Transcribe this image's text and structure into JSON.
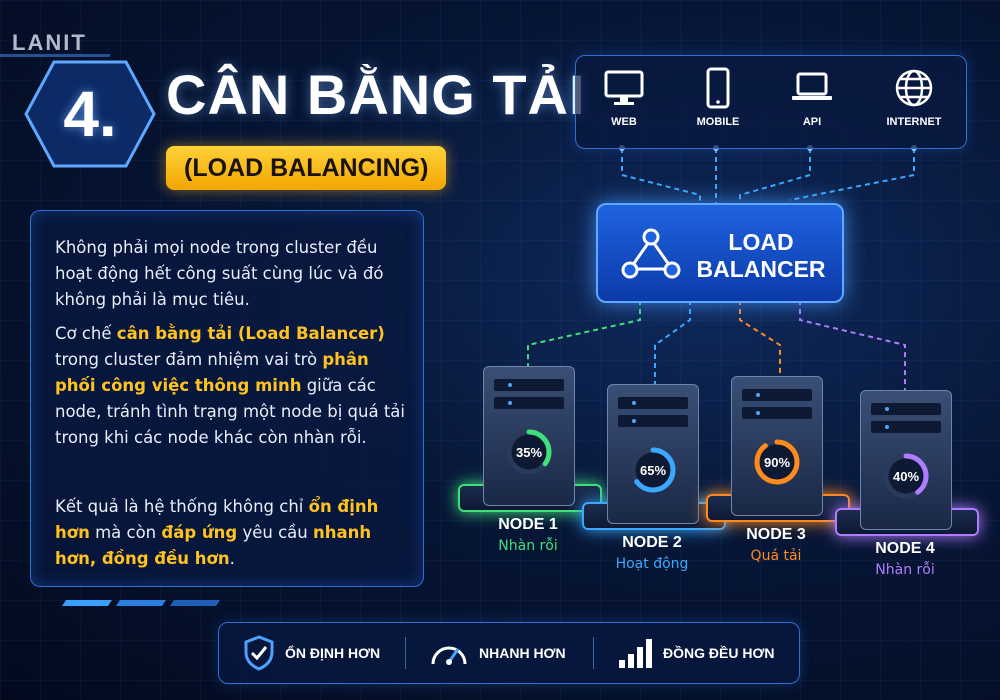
{
  "brand": {
    "logo": "LANIT"
  },
  "title": {
    "number": "4.",
    "text": "CÂN BẰNG TẢI",
    "subtitle": "(LOAD BALANCING)"
  },
  "description": {
    "p1": "Không phải mọi node trong cluster đều hoạt động hết công suất cùng lúc và đó không phải là mục tiêu.",
    "p2_a": "Cơ chế ",
    "p2_hl1": "cân bằng tải (Load Balancer)",
    "p2_b": " trong cluster đảm nhiệm vai trò ",
    "p2_hl2": "phân phối công việc thông minh",
    "p2_c": " giữa các node, tránh tình trạng một node bị quá tải trong khi các node khác còn nhàn rỗi.",
    "p3_a": "Kết quả là hệ thống không chỉ ",
    "p3_hl1": "ổn định hơn",
    "p3_b": " mà còn ",
    "p3_hl2": "đáp ứng",
    "p3_c": " yêu cầu ",
    "p3_hl3": "nhanh hơn, đồng đều hơn",
    "p3_d": "."
  },
  "clients": [
    {
      "label": "WEB",
      "icon": "monitor-icon"
    },
    {
      "label": "MOBILE",
      "icon": "mobile-icon"
    },
    {
      "label": "API",
      "icon": "laptop-icon"
    },
    {
      "label": "INTERNET",
      "icon": "globe-icon"
    }
  ],
  "load_balancer": {
    "label": "LOAD\nBALANCER",
    "icon": "network-icon"
  },
  "nodes": [
    {
      "name": "NODE 1",
      "load_percent": 35,
      "load_label": "35%",
      "status": "Nhàn rỗi",
      "color": "#3fe07a"
    },
    {
      "name": "NODE 2",
      "load_percent": 65,
      "load_label": "65%",
      "status": "Hoạt động",
      "color": "#3aa8ff"
    },
    {
      "name": "NODE 3",
      "load_percent": 90,
      "load_label": "90%",
      "status": "Quá tải",
      "color": "#ff8a1e"
    },
    {
      "name": "NODE 4",
      "load_percent": 40,
      "load_label": "40%",
      "status": "Nhàn rỗi",
      "color": "#b07cff"
    }
  ],
  "benefits": [
    {
      "label": "ỔN ĐỊNH HƠN",
      "icon": "shield-check-icon"
    },
    {
      "label": "NHANH HƠN",
      "icon": "speedometer-icon"
    },
    {
      "label": "ĐỒNG ĐỀU HƠN",
      "icon": "bar-chart-icon"
    }
  ],
  "colors": {
    "accent": "#ffc21e",
    "primary": "#1f63e0",
    "background": "#071636"
  }
}
